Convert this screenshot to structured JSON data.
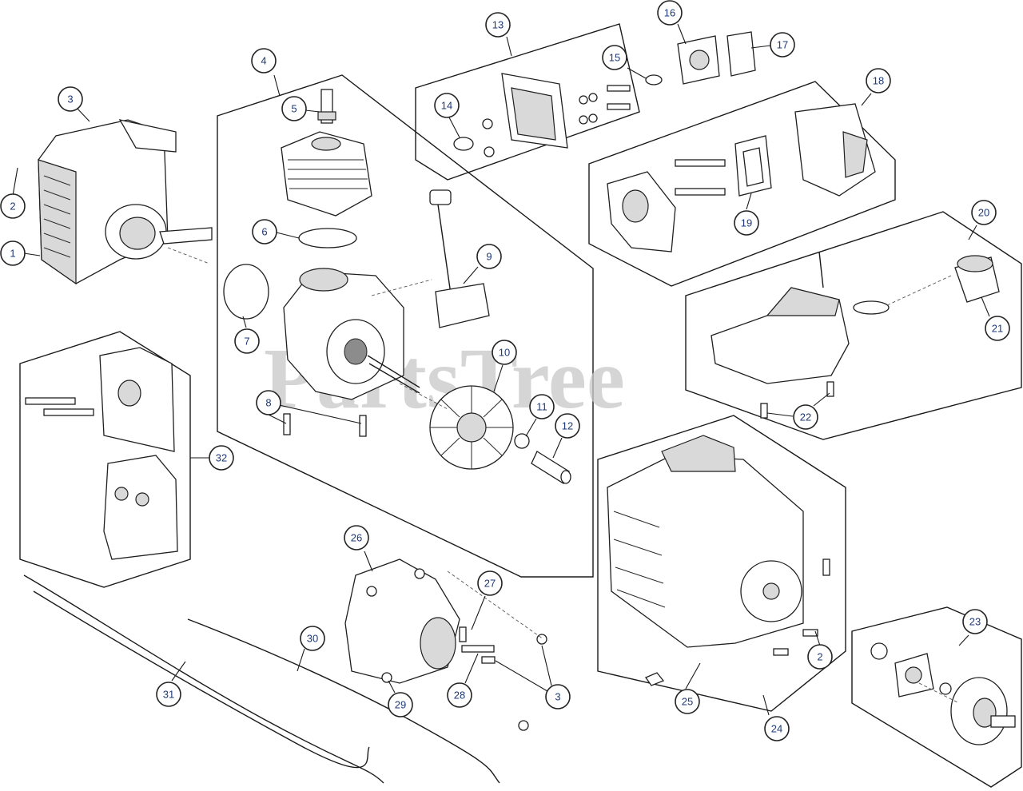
{
  "watermark": "PartsTree",
  "callouts": [
    {
      "label": "1"
    },
    {
      "label": "2"
    },
    {
      "label": "2"
    },
    {
      "label": "3"
    },
    {
      "label": "3"
    },
    {
      "label": "4"
    },
    {
      "label": "5"
    },
    {
      "label": "6"
    },
    {
      "label": "7"
    },
    {
      "label": "8"
    },
    {
      "label": "9"
    },
    {
      "label": "10"
    },
    {
      "label": "11"
    },
    {
      "label": "12"
    },
    {
      "label": "13"
    },
    {
      "label": "14"
    },
    {
      "label": "15"
    },
    {
      "label": "16"
    },
    {
      "label": "17"
    },
    {
      "label": "18"
    },
    {
      "label": "19"
    },
    {
      "label": "20"
    },
    {
      "label": "21"
    },
    {
      "label": "22"
    },
    {
      "label": "23"
    },
    {
      "label": "24"
    },
    {
      "label": "25"
    },
    {
      "label": "26"
    },
    {
      "label": "27"
    },
    {
      "label": "28"
    },
    {
      "label": "29"
    },
    {
      "label": "30"
    },
    {
      "label": "31"
    },
    {
      "label": "32"
    }
  ]
}
